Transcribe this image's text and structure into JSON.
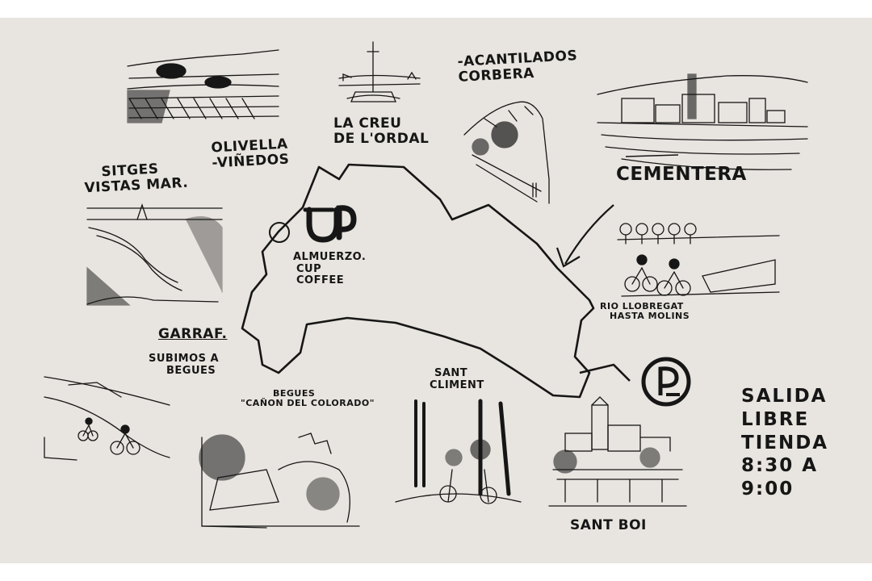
{
  "colors": {
    "paper": "#e8e4df",
    "ink": "#161616",
    "border": "#ffffff"
  },
  "labels": {
    "la_creu": [
      "LA CREU",
      "DE L'ORDAL"
    ],
    "acantilados": [
      "-ACANTILADOS",
      "CORBERA"
    ],
    "olivella": [
      "OLIVELLA",
      "-VIÑEDOS"
    ],
    "sitges": [
      "SITGES",
      "VISTAS MAR."
    ],
    "cementera": "CEMENTERA",
    "almuerzo": [
      "ALMUERZO.",
      "CUP",
      "COFFEE"
    ],
    "rio": [
      "RIO LLOBREGAT",
      "HASTA MOLINS"
    ],
    "garraf": "GARRAF.",
    "subimos": [
      "SUBIMOS A",
      "BEGUES"
    ],
    "begues": [
      "BEGUES",
      "\"CAÑON DEL COLORADO\""
    ],
    "sant_climent": [
      "SANT",
      "CLIMENT"
    ],
    "sant_boi": "SANT BOI",
    "salida": [
      "SALIDA",
      "LIBRE",
      "TIENDA",
      "8:30 a",
      "9:00"
    ]
  },
  "logos": {
    "cup": "cup-logo",
    "parking": "parking-icon"
  },
  "parking_letter": "P"
}
